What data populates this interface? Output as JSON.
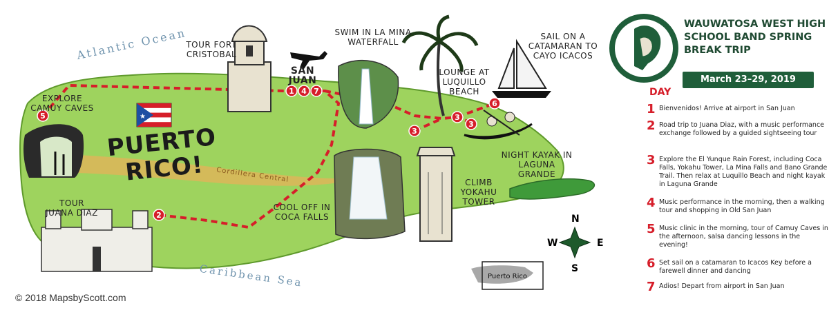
{
  "map": {
    "island_name": "PUERTO RICO!",
    "atlantic_label": "Atlantic Ocean",
    "caribbean_label": "Caribbean Sea",
    "cordillera_label": "Cordillera Central",
    "san_juan_label": "San Juan",
    "places": {
      "camuy": "Explore Camuy Caves",
      "fort": "Tour Fort Cristobal",
      "la_mina": "Swim in La Mina Waterfall",
      "catamaran": "Sail on a Catamaran to Cayo Icacos",
      "luquillo": "Lounge at Luquillo Beach",
      "kayak": "Night Kayak in Laguna Grande",
      "yokahu": "Climb Yokahu Tower",
      "coca": "Cool off in Coca Falls",
      "juana_diaz": "Tour Juana Diaz"
    },
    "markers": {
      "m5": "5",
      "m1": "1",
      "m4": "4",
      "m7": "7",
      "m3a": "3",
      "m3b": "3",
      "m3c": "3",
      "m6": "6",
      "m2": "2"
    },
    "compass": {
      "n": "N",
      "s": "S",
      "e": "E",
      "w": "W"
    },
    "inset_label": "Puerto Rico",
    "credit": "© 2018 MapsbyScott.com",
    "colors": {
      "route": "#d61e2a",
      "land": "#9bcf5a",
      "water": "#ffffff"
    }
  },
  "panel": {
    "title": "Wauwatosa West High School Band Spring Break Trip",
    "dates": "March 23–29, 2019",
    "day_heading": "DAY",
    "days": [
      {
        "num": "1",
        "text": "Bienvenidos! Arrive at airport in San Juan"
      },
      {
        "num": "2",
        "text": "Road trip to Juana Diaz, with a music performance exchange followed by a guided sightseeing tour"
      },
      {
        "num": "3",
        "text": "Explore the El Yunque Rain Forest, including Coca Falls, Yokahu Tower, La Mina Falls and Bano Grande Trail. Then relax at Luquillo Beach and night kayak in Laguna Grande"
      },
      {
        "num": "4",
        "text": "Music performance in the morning, then a walking tour and shopping in Old San Juan"
      },
      {
        "num": "5",
        "text": "Music clinic in the morning, tour of Camuy Caves in the afternoon, salsa dancing lessons in the evening!"
      },
      {
        "num": "6",
        "text": "Set sail on a catamaran to Icacos Key before a farewell dinner and dancing"
      },
      {
        "num": "7",
        "text": "Adios! Depart from airport in San Juan"
      }
    ]
  }
}
